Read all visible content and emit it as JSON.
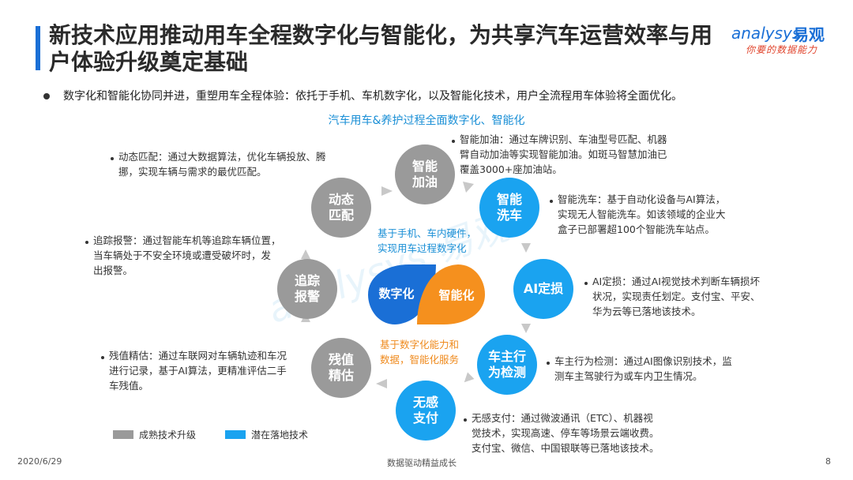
{
  "header": {
    "title": "新技术应用推动用车全程数字化与智能化，为共享汽车运营效率与用户体验升级奠定基础",
    "logo_en": "analysys",
    "logo_cn": "易观",
    "logo_tagline": "你要的数据能力"
  },
  "bullet": "数字化和智能化协同并进，重塑用车全程体验：依托于手机、车机数字化，以及智能化技术，用户全流程用车体验将全面优化。",
  "diagram": {
    "subtitle": "汽车用车&养护过程全面数字化、智能化",
    "core": {
      "left_label": "数字化",
      "right_label": "智能化",
      "left_color": "#1a6fd6",
      "right_color": "#f5901e",
      "note_top": "基于手机、车内硬件，\n实现用车过程数字化",
      "note_bottom": "基于数字化能力和\n数据，智能化服务"
    },
    "nodes": [
      {
        "label": "智能\n加油",
        "status": "mature",
        "desc": "智能加油：通过车牌识别、车油型号匹配、机器\n臂自动加油等实现智能加油。如斑马智慧加油已\n覆盖3000+座加油站。"
      },
      {
        "label": "智能\n洗车",
        "status": "potential",
        "desc": "智能洗车：基于自动化设备与AI算法，\n实现无人智能洗车。如该领域的企业大\n盒子已部署超100个智能洗车站点。"
      },
      {
        "label": "AI定损",
        "status": "potential",
        "desc": "AI定损：通过AI视觉技术判断车辆损坏\n状况，实现责任划定。支付宝、平安、\n华为云等已落地该技术。"
      },
      {
        "label": "车主行\n为检测",
        "status": "potential",
        "desc": "车主行为检测：通过AI图像识别技术，监\n测车主驾驶行为或车内卫生情况。"
      },
      {
        "label": "无感\n支付",
        "status": "potential",
        "desc": "无感支付：通过微波通讯（ETC）、机器视\n觉技术，实现高速、停车等场景云端收费。\n支付宝、微信、中国银联等已落地该技术。"
      },
      {
        "label": "残值\n精估",
        "status": "mature",
        "desc": "残值精估：通过车联网对车辆轨迹和车况\n进行记录，基于AI算法，更精准评估二手\n车残值。"
      },
      {
        "label": "追踪\n报警",
        "status": "mature",
        "desc": "追踪报警：通过智能车机等追踪车辆位置，\n当车辆处于不安全环境或遭受破坏时，发\n出报警。"
      },
      {
        "label": "动态\n匹配",
        "status": "mature",
        "desc": "动态匹配：通过大数据算法，优化车辆投放、腾\n挪，实现车辆与需求的最优匹配。"
      }
    ]
  },
  "legend": {
    "mature_label": "成熟技术升级",
    "potential_label": "潜在落地技术",
    "mature_color": "#9a9a9a",
    "potential_color": "#1aa3f0"
  },
  "footer": {
    "date": "2020/6/29",
    "center": "数据驱动精益成长",
    "page": "8"
  }
}
